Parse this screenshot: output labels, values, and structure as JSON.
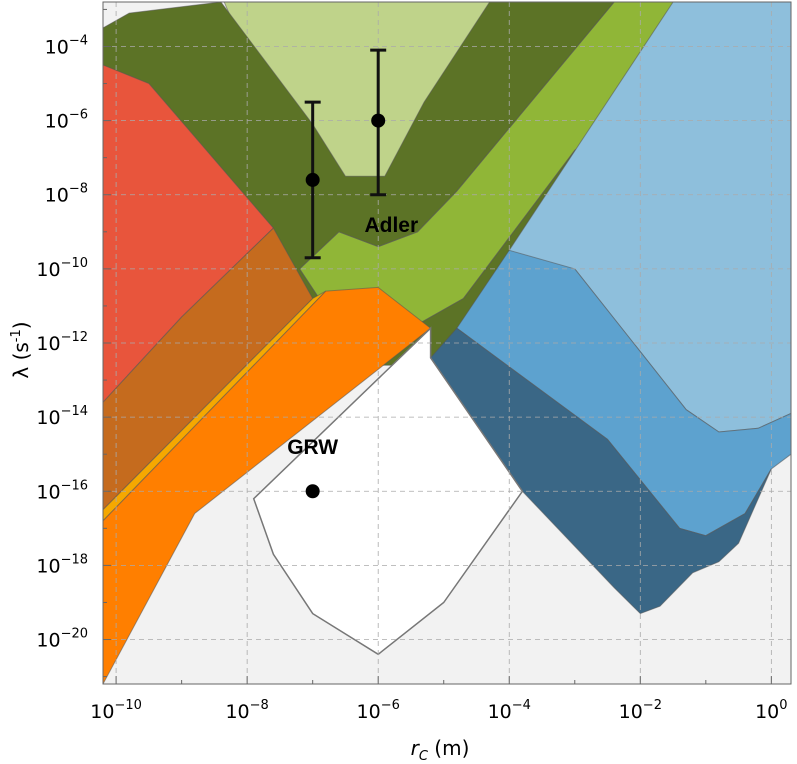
{
  "chart_data": {
    "type": "area",
    "title": "",
    "xlabel": {
      "main": "r",
      "sub": "C",
      "unit": " (m)"
    },
    "ylabel": {
      "main": "λ (s",
      "sup": "-1",
      "end": ")"
    },
    "x_scale": "log",
    "y_scale": "log",
    "xlim_log10": [
      -10.2,
      0.3
    ],
    "ylim_log10": [
      -21.2,
      -2.8
    ],
    "x_ticks": [
      {
        "base": "10",
        "exp": "−10",
        "log": -10
      },
      {
        "base": "10",
        "exp": "−8",
        "log": -8
      },
      {
        "base": "10",
        "exp": "−6",
        "log": -6
      },
      {
        "base": "10",
        "exp": "−4",
        "log": -4
      },
      {
        "base": "10",
        "exp": "−2",
        "log": -2
      },
      {
        "base": "10",
        "exp": "0",
        "log": 0
      }
    ],
    "y_ticks": [
      {
        "base": "10",
        "exp": "−4",
        "log": -4
      },
      {
        "base": "10",
        "exp": "−6",
        "log": -6
      },
      {
        "base": "10",
        "exp": "−8",
        "log": -8
      },
      {
        "base": "10",
        "exp": "−10",
        "log": -10
      },
      {
        "base": "10",
        "exp": "−12",
        "log": -12
      },
      {
        "base": "10",
        "exp": "−14",
        "log": -14
      },
      {
        "base": "10",
        "exp": "−16",
        "log": -16
      },
      {
        "base": "10",
        "exp": "−18",
        "log": -18
      },
      {
        "base": "10",
        "exp": "−20",
        "log": -20
      }
    ],
    "grid": true,
    "background_color": "#f2f2f2",
    "regions": [
      {
        "color": "#a95b9f",
        "points": [
          [
            -6.4,
            -2.8
          ],
          [
            -4.3,
            -2.8
          ],
          [
            -5.5,
            -5.5
          ],
          [
            -6.0,
            -7.4
          ],
          [
            -6.4,
            -7.4
          ],
          [
            -7.0,
            -6.2
          ],
          [
            -8.0,
            -2.8
          ]
        ]
      },
      {
        "color": "#cc93c1",
        "points": [
          [
            -7.6,
            -2.8
          ],
          [
            -5.5,
            -2.8
          ],
          [
            -6.35,
            -4.1
          ],
          [
            -6.9,
            -4.1
          ]
        ]
      },
      {
        "color": "#bfd38a",
        "points": [
          [
            -8.35,
            -2.8
          ],
          [
            -2.4,
            -2.8
          ],
          [
            -4.6,
            -7.6
          ],
          [
            -5.1,
            -8.1
          ],
          [
            -5.6,
            -9.1
          ],
          [
            -6.15,
            -9.1
          ],
          [
            -6.7,
            -8.5
          ],
          [
            -7.2,
            -7.6
          ]
        ]
      },
      {
        "color": "#90b637",
        "points": [
          [
            -2.4,
            -2.8
          ],
          [
            0.3,
            -2.8
          ],
          [
            0.3,
            -2.9
          ],
          [
            -3.0,
            -6.8
          ],
          [
            -4.7,
            -10.8
          ],
          [
            -5.6,
            -11.7
          ],
          [
            -6.0,
            -11.6
          ],
          [
            -6.9,
            -10.8
          ],
          [
            -7.2,
            -10.0
          ],
          [
            -6.6,
            -9.0
          ],
          [
            -6.0,
            -9.4
          ],
          [
            -5.4,
            -9.0
          ],
          [
            -4.8,
            -7.9
          ]
        ]
      },
      {
        "color": "#5c7326",
        "points": [
          [
            -10.2,
            -3.5
          ],
          [
            -9.8,
            -3.1
          ],
          [
            -8.4,
            -2.8
          ],
          [
            -7.0,
            -6.1
          ],
          [
            -6.5,
            -7.5
          ],
          [
            -5.9,
            -7.5
          ],
          [
            -5.3,
            -5.5
          ],
          [
            -4.3,
            -2.8
          ],
          [
            -2.4,
            -2.8
          ],
          [
            -4.8,
            -7.9
          ],
          [
            -5.4,
            -9.0
          ],
          [
            -6.0,
            -9.4
          ],
          [
            -6.6,
            -9.0
          ],
          [
            -7.2,
            -10.0
          ],
          [
            -6.9,
            -10.8
          ],
          [
            -6.0,
            -11.6
          ],
          [
            -5.6,
            -11.7
          ],
          [
            -4.7,
            -10.8
          ],
          [
            -3.0,
            -6.8
          ],
          [
            0.3,
            -2.9
          ],
          [
            0.3,
            -3.2
          ],
          [
            -2.8,
            -7.8
          ],
          [
            -4.4,
            -11.5
          ],
          [
            -5.3,
            -12.6
          ],
          [
            -6.2,
            -12.6
          ],
          [
            -6.9,
            -11.2
          ],
          [
            -7.5,
            -10.4
          ],
          [
            -8.0,
            -9.7
          ],
          [
            -9.0,
            -8.0
          ],
          [
            -10.2,
            -5.5
          ]
        ]
      },
      {
        "color": "#e8553c",
        "points": [
          [
            -10.2,
            -4.5
          ],
          [
            -9.5,
            -5.0
          ],
          [
            -7.6,
            -8.9
          ],
          [
            -9.0,
            -11.3
          ],
          [
            -10.2,
            -13.6
          ]
        ]
      },
      {
        "color": "#c56b1e",
        "points": [
          [
            -7.6,
            -8.9
          ],
          [
            -7.0,
            -10.8
          ],
          [
            -10.2,
            -16.5
          ],
          [
            -10.2,
            -13.6
          ],
          [
            -9.0,
            -11.3
          ]
        ]
      },
      {
        "color": "#f5a800",
        "points": [
          [
            -7.0,
            -10.8
          ],
          [
            -6.8,
            -10.6
          ],
          [
            -10.2,
            -16.8
          ],
          [
            -10.2,
            -16.5
          ]
        ]
      },
      {
        "color": "#ff7f00",
        "points": [
          [
            -6.8,
            -10.6
          ],
          [
            -6.0,
            -10.5
          ],
          [
            -5.2,
            -11.6
          ],
          [
            -8.8,
            -16.6
          ],
          [
            -10.2,
            -21.2
          ],
          [
            -10.2,
            -16.8
          ]
        ]
      },
      {
        "color": "#8ebfdc",
        "points": [
          [
            -1.5,
            -2.8
          ],
          [
            0.3,
            -2.8
          ],
          [
            0.3,
            -13.9
          ],
          [
            -0.2,
            -14.3
          ],
          [
            -0.8,
            -14.4
          ],
          [
            -1.3,
            -13.8
          ],
          [
            -3.0,
            -10.0
          ],
          [
            -4.0,
            -10.3
          ],
          [
            -4.0,
            -9.5
          ]
        ]
      },
      {
        "color": "#5da2cf",
        "points": [
          [
            -4.0,
            -9.5
          ],
          [
            -3.0,
            -10.0
          ],
          [
            -1.3,
            -13.8
          ],
          [
            -0.8,
            -14.4
          ],
          [
            -0.2,
            -14.3
          ],
          [
            0.3,
            -13.9
          ],
          [
            0.3,
            -15.0
          ],
          [
            0.0,
            -15.4
          ],
          [
            -0.4,
            -16.6
          ],
          [
            -1.0,
            -17.2
          ],
          [
            -1.4,
            -17.0
          ],
          [
            -2.5,
            -14.6
          ],
          [
            -4.8,
            -11.6
          ]
        ]
      },
      {
        "color": "#3a6786",
        "points": [
          [
            -4.8,
            -11.6
          ],
          [
            -2.5,
            -14.6
          ],
          [
            -1.4,
            -17.0
          ],
          [
            -1.0,
            -17.2
          ],
          [
            -0.4,
            -16.6
          ],
          [
            0.0,
            -15.4
          ],
          [
            -0.5,
            -17.4
          ],
          [
            -0.8,
            -17.9
          ],
          [
            -1.2,
            -18.2
          ],
          [
            -1.7,
            -19.1
          ],
          [
            -2.0,
            -19.3
          ],
          [
            -2.4,
            -18.6
          ],
          [
            -3.8,
            -16.0
          ],
          [
            -5.2,
            -12.4
          ]
        ]
      }
    ],
    "white_region": [
      [
        -5.2,
        -12.4
      ],
      [
        -3.8,
        -16.0
      ],
      [
        -5.0,
        -19.0
      ],
      [
        -6.0,
        -20.4
      ],
      [
        -7.0,
        -19.3
      ],
      [
        -7.6,
        -17.7
      ],
      [
        -7.9,
        -16.2
      ],
      [
        -5.2,
        -11.6
      ]
    ],
    "points": [
      {
        "label": "GRW",
        "x_log": -7.0,
        "y_log": -16.0,
        "error_log": null
      },
      {
        "label": "Adler",
        "x_log": -7.0,
        "y_log": -7.6,
        "error_log": [
          -9.7,
          -5.5
        ]
      },
      {
        "label": "",
        "x_log": -6.0,
        "y_log": -6.0,
        "error_log": [
          -8.0,
          -4.1
        ]
      }
    ],
    "annotations": [
      {
        "text": "GRW",
        "x_log": -7.0,
        "y_log": -15.0
      },
      {
        "text": "Adler",
        "x_log": -5.8,
        "y_log": -9.0
      }
    ]
  }
}
